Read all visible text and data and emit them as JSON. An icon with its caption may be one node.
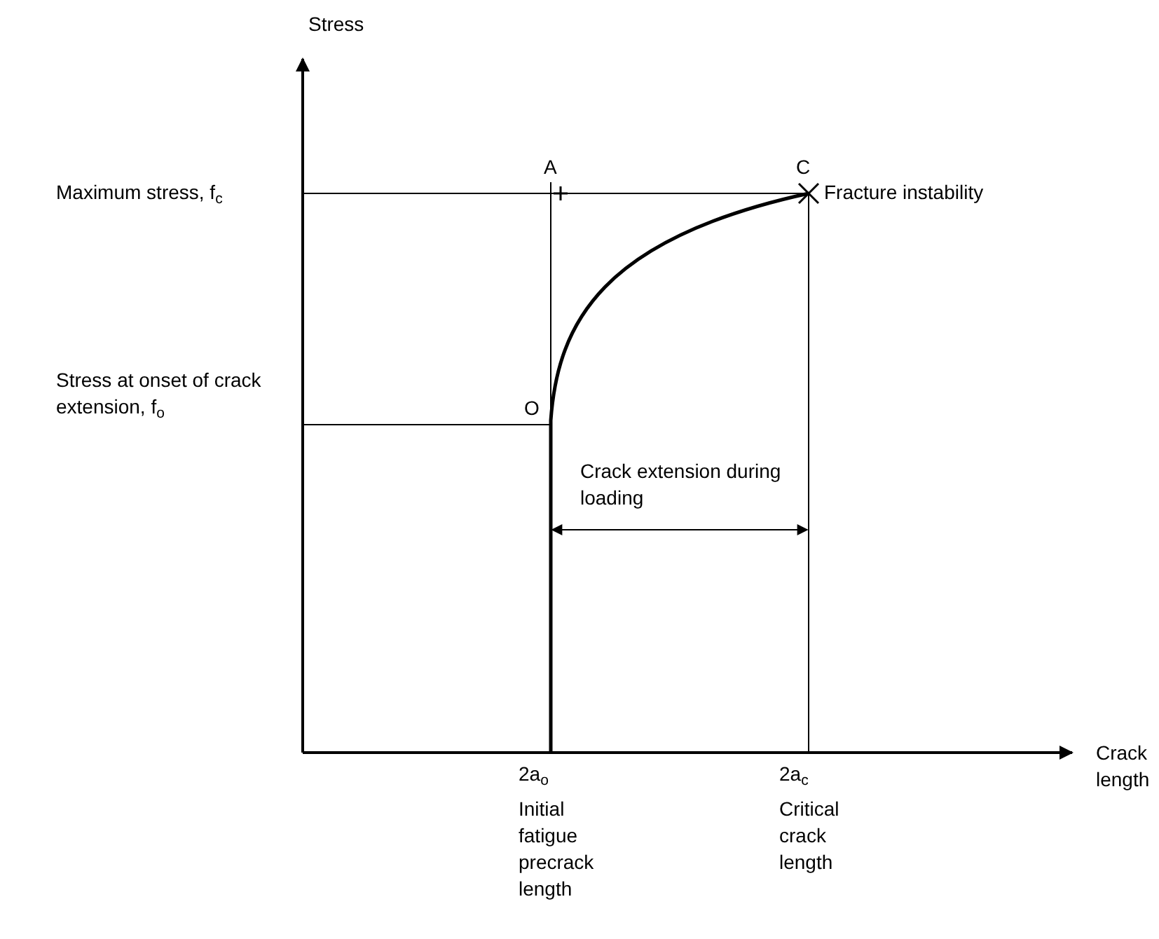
{
  "diagram": {
    "labels": [
      "Stress",
      "Maximum stress, f$_{c}$",
      "A",
      "C",
      "Fracture instability",
      "Stress at onset of crack extension, f$_{o}$",
      "O",
      "Crack extension during loading",
      "Crack length",
      "2a$_{o}$",
      "Initial fatigue precrack length",
      "2a$_{c}$",
      "Critical crack length"
    ]
  }
}
